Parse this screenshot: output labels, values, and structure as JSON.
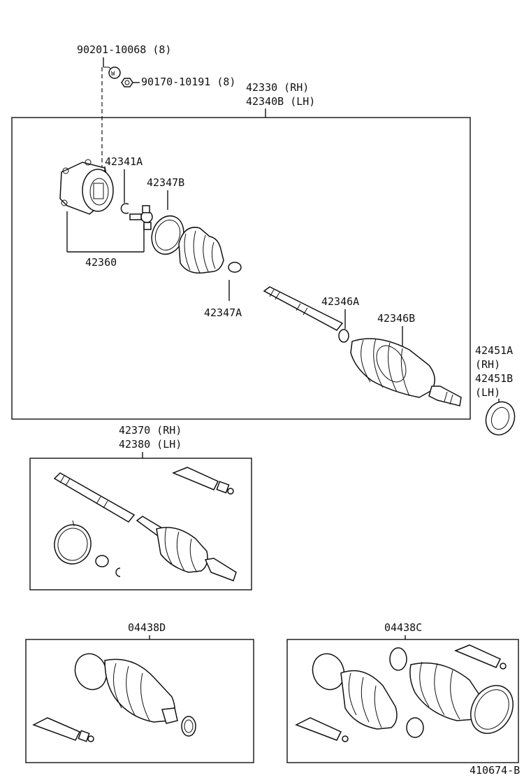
{
  "labels": {
    "bolt": "90201-10068 (8)",
    "nut": "90170-10191 (8)",
    "shaft_assy_rh": "42330  (RH)",
    "shaft_assy_lh": "42340B (LH)",
    "ring_inner": "42341A",
    "clamp_b": "42347B",
    "joint_assy": "42360",
    "clamp_a": "42347A",
    "outer_clamp_a": "42346A",
    "outer_clamp_b": "42346B",
    "seal_rh_code": "42451A",
    "seal_rh": "(RH)",
    "seal_lh_code": "42451B",
    "seal_lh": "(LH)",
    "shaft_rh": "42370 (RH)",
    "shaft_lh": "42380 (LH)",
    "boot_kit_d": "04438D",
    "boot_kit_c": "04438C",
    "diagram_id": "410674-B"
  }
}
